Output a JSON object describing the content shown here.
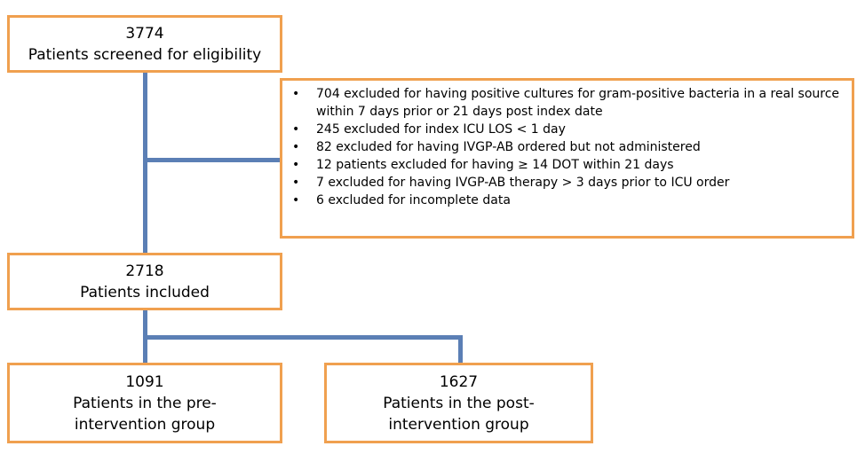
{
  "colors": {
    "box_border": "#f0a04f",
    "connector": "#5b7fb5"
  },
  "screened": {
    "count": "3774",
    "label": "Patients screened for eligibility"
  },
  "exclusions": {
    "bullet": "•",
    "items": [
      "704 excluded for having positive cultures for gram-positive bacteria in a real source within 7 days prior or 21 days post index date",
      "245 excluded for index ICU LOS < 1 day",
      "82 excluded for having IVGP-AB ordered but not administered",
      "12 patients excluded for having ≥ 14 DOT within 21 days",
      "7 excluded for having IVGP-AB therapy > 3 days prior to ICU order",
      "6 excluded for incomplete data"
    ]
  },
  "included": {
    "count": "2718",
    "label": "Patients included"
  },
  "pre_group": {
    "count": "1091",
    "label_line1": "Patients in the pre-",
    "label_line2": "intervention group"
  },
  "post_group": {
    "count": "1627",
    "label_line1": "Patients in the post-",
    "label_line2": "intervention group"
  }
}
